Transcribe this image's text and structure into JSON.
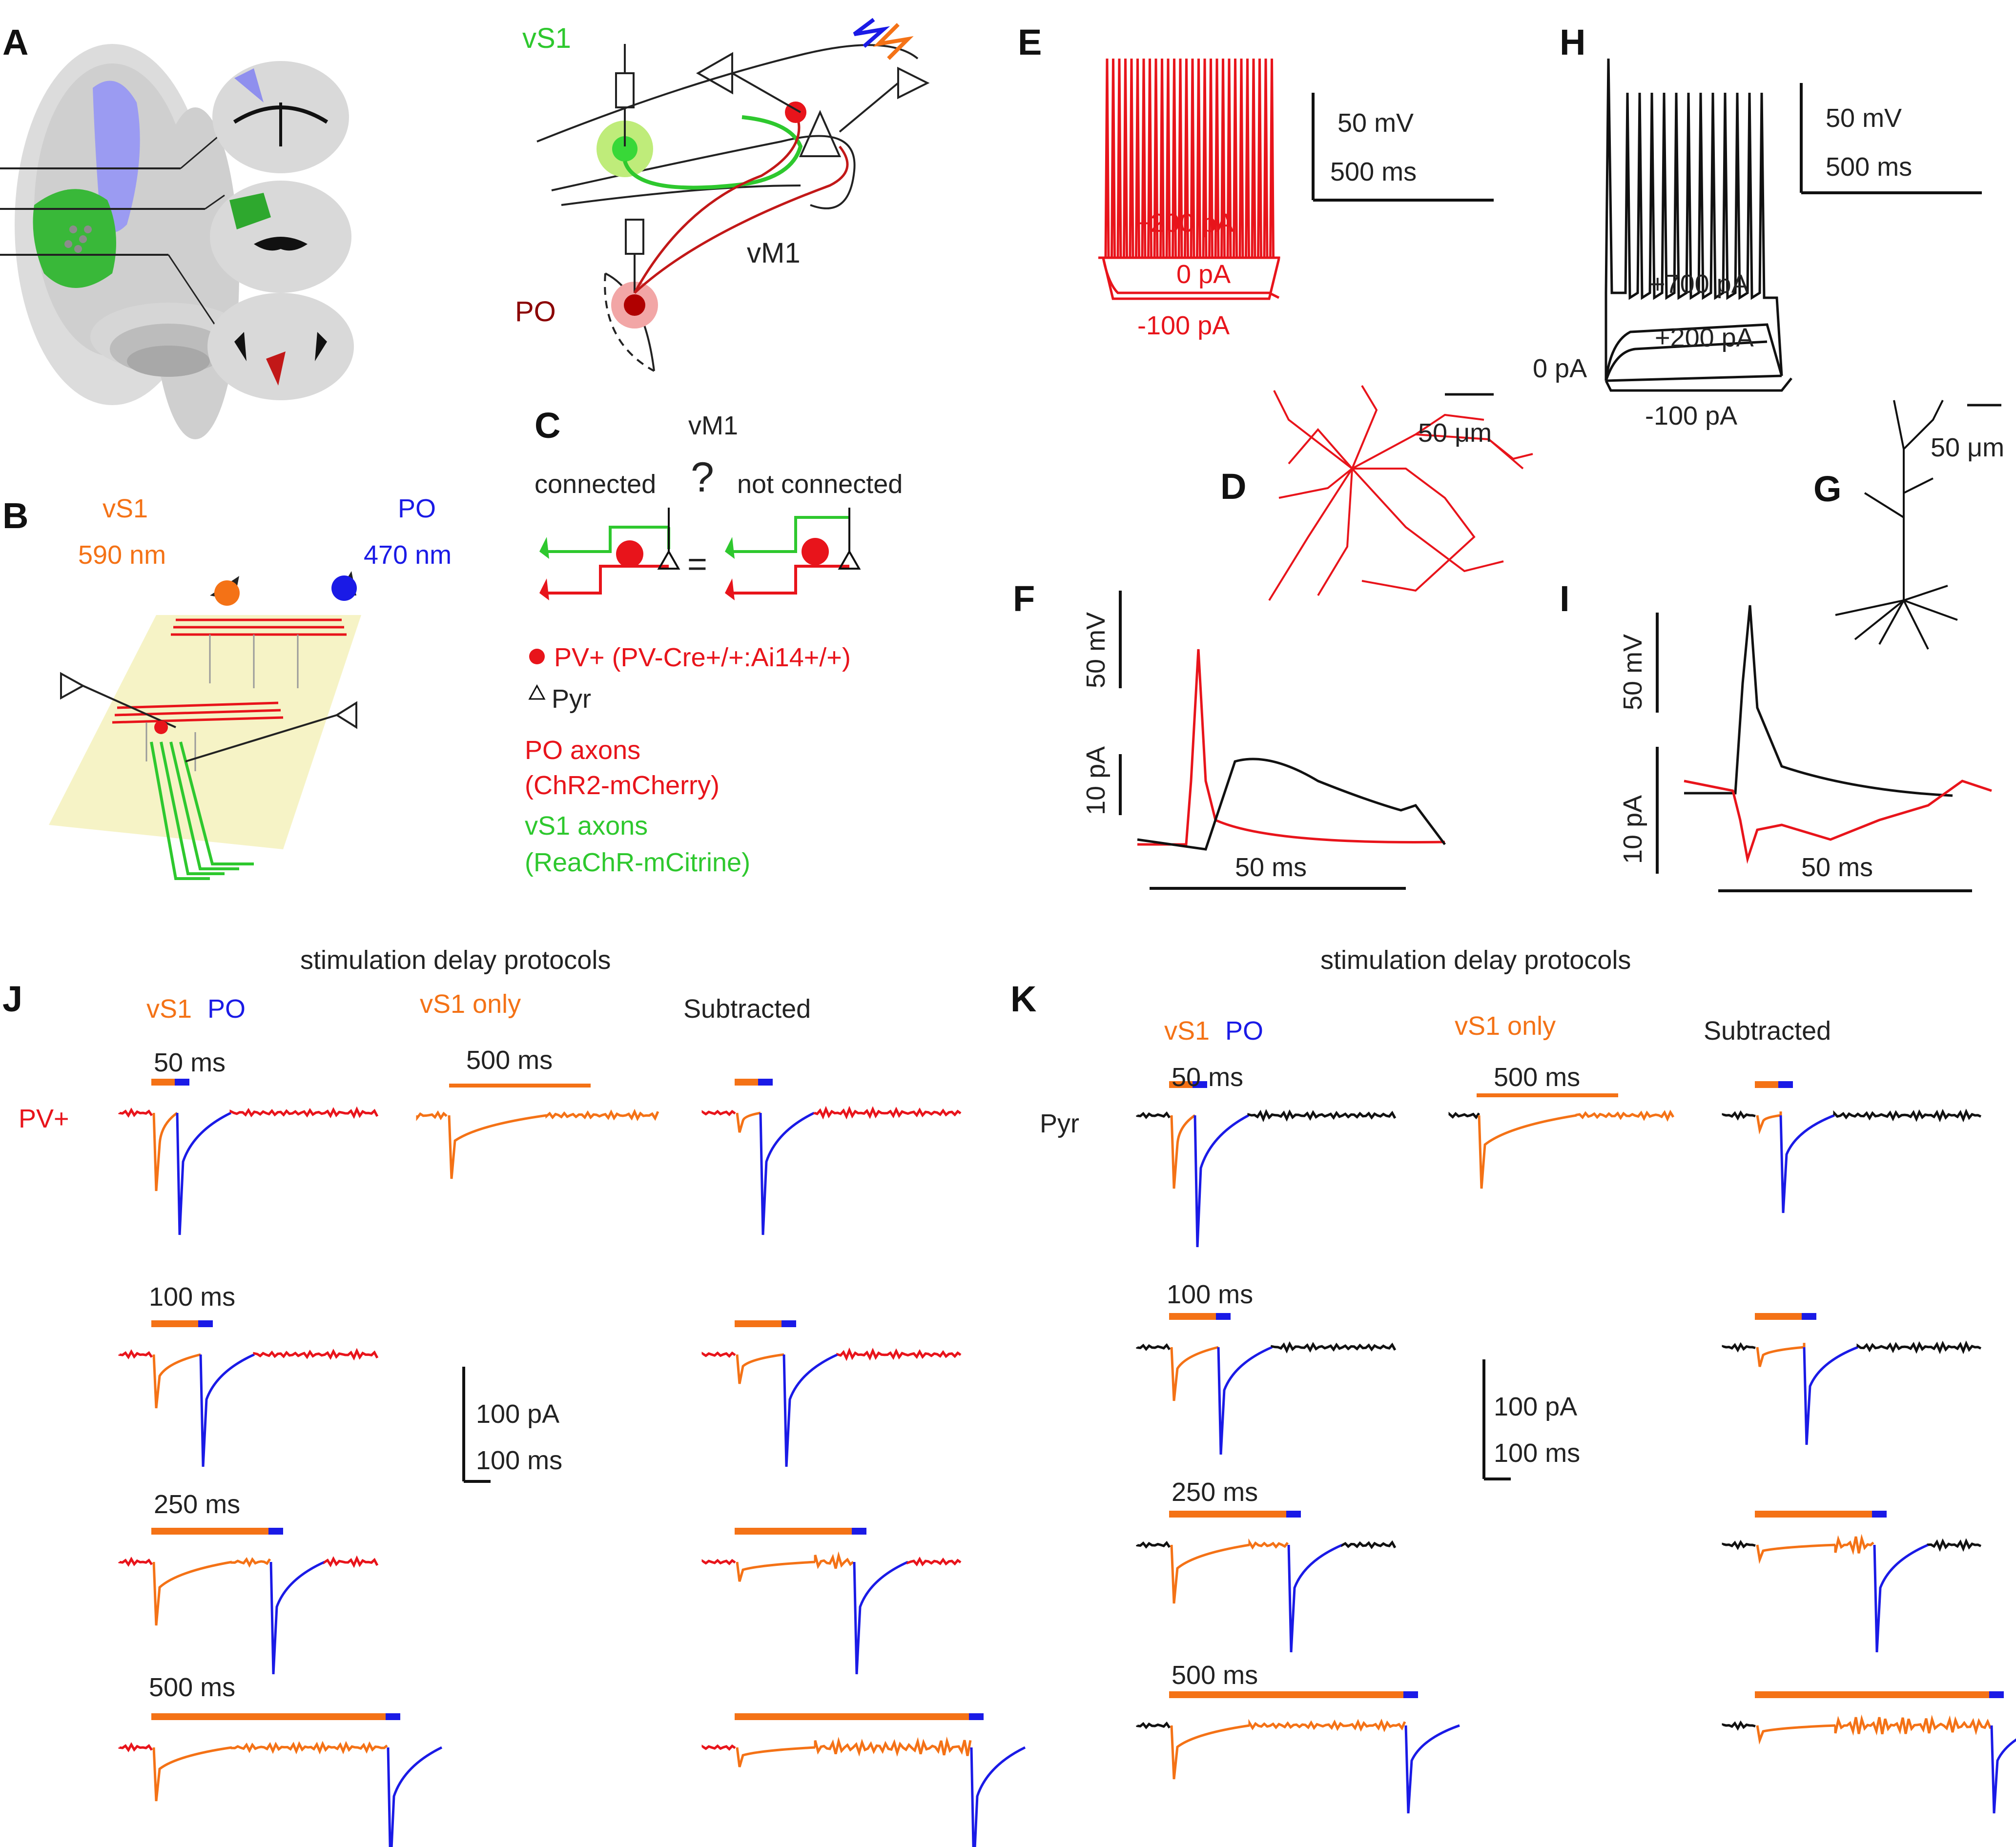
{
  "panels": [
    "A",
    "B",
    "C",
    "D",
    "E",
    "F",
    "G",
    "H",
    "I",
    "J",
    "K"
  ],
  "colors": {
    "pv": "#e8141b",
    "vs1": "#f47216",
    "po": "#1a1ae6",
    "green": "#2ec82e",
    "pyr": "#111111",
    "darkred": "#8b0000"
  },
  "A": {
    "vs1": "vS1",
    "po": "PO",
    "vm1": "vM1"
  },
  "B": {
    "vs1": "vS1",
    "vs1_nm": "590 nm",
    "po": "PO",
    "po_nm": "470 nm"
  },
  "C": {
    "vm1": "vM1",
    "connected": "connected",
    "question": "?",
    "not_connected": "not connected",
    "equals": "=",
    "legend": [
      {
        "text": "PV+ (PV-Cre+/+:Ai14+/+)",
        "color": "red"
      },
      {
        "text": "Pyr",
        "color": "black"
      },
      {
        "text": "PO axons",
        "color": "red"
      },
      {
        "text": "(ChR2-mCherry)",
        "color": "red"
      },
      {
        "text": "vS1 axons",
        "color": "green"
      },
      {
        "text": "(ReaChR-mCitrine)",
        "color": "green"
      }
    ]
  },
  "D": {
    "scale": "50 μm"
  },
  "E": {
    "scale_mv": "50 mV",
    "scale_ms": "500 ms",
    "steps": [
      "+200 pA",
      "0 pA",
      "-100 pA"
    ]
  },
  "F": {
    "scale_mv": "50 mV",
    "scale_pa": "10 pA",
    "scale_ms": "50 ms"
  },
  "G": {
    "scale": "50 μm"
  },
  "H": {
    "scale_mv": "50 mV",
    "scale_ms": "500 ms",
    "steps": [
      "+700 pA",
      "+200 pA",
      "0 pA",
      "-100 pA"
    ]
  },
  "I": {
    "scale_mv": "50 mV",
    "scale_pa": "10 pA",
    "scale_ms": "50 ms"
  },
  "J": {
    "title": "stimulation delay protocols",
    "col1a": "vS1",
    "col1b": "PO",
    "col2": "vS1 only",
    "col3": "Subtracted",
    "row_label": "PV+",
    "vs1_only_delay": "500 ms",
    "delays": [
      "50 ms",
      "100 ms",
      "250 ms",
      "500 ms"
    ],
    "scale_pa": "100 pA",
    "scale_ms": "100 ms"
  },
  "K": {
    "title": "stimulation delay protocols",
    "col1a": "vS1",
    "col1b": "PO",
    "col2": "vS1 only",
    "col3": "Subtracted",
    "row_label": "Pyr",
    "vs1_only_delay": "500 ms",
    "delays": [
      "50 ms",
      "100 ms",
      "250 ms",
      "500 ms"
    ],
    "scale_pa": "100 pA",
    "scale_ms": "100 ms"
  }
}
